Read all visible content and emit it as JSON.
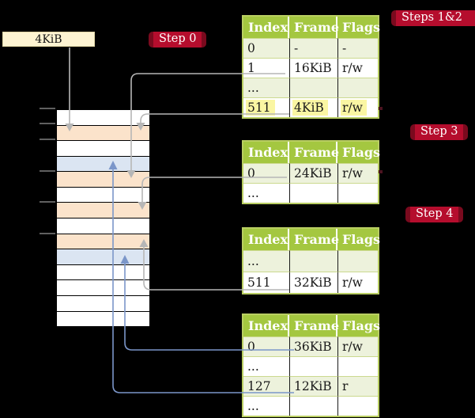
{
  "size_label": {
    "text": "4KiB"
  },
  "steps": [
    {
      "label": "Step 0"
    },
    {
      "label": "Steps 1&2"
    },
    {
      "label": "Step 3"
    },
    {
      "label": "Step 4"
    }
  ],
  "tables": [
    {
      "headers": [
        "Index",
        "Frame",
        "Flags"
      ],
      "rows": [
        [
          "0",
          "-",
          "-"
        ],
        [
          "1",
          "16KiB",
          "r/w"
        ],
        [
          "...",
          "",
          ""
        ],
        [
          "511",
          "4KiB",
          "r/w"
        ]
      ],
      "highlighted_row_index": 3
    },
    {
      "headers": [
        "Index",
        "Frame",
        "Flags"
      ],
      "rows": [
        [
          "0",
          "24KiB",
          "r/w"
        ],
        [
          "...",
          "",
          ""
        ]
      ]
    },
    {
      "headers": [
        "Index",
        "Frame",
        "Flags"
      ],
      "rows": [
        [
          "...",
          "",
          ""
        ],
        [
          "511",
          "32KiB",
          "r/w"
        ]
      ]
    },
    {
      "headers": [
        "Index",
        "Frame",
        "Flags"
      ],
      "rows": [
        [
          "0",
          "36KiB",
          "r/w"
        ],
        [
          "...",
          "",
          ""
        ],
        [
          "127",
          "12KiB",
          "r"
        ],
        [
          "...",
          "",
          ""
        ]
      ]
    }
  ],
  "memory": {
    "rows": [
      "free",
      "pagetable",
      "free",
      "mapped",
      "pagetable",
      "free",
      "pagetable",
      "free",
      "pagetable",
      "mapped",
      "free",
      "free",
      "free",
      "free"
    ]
  },
  "colors": {
    "table_header_green": "#a4c740",
    "table_border_green": "#b9ce62",
    "table_row_alt_green": "#edf2dc",
    "highlight_yellow": "#faf6a3",
    "frame_peach": "#fbe3cb",
    "frame_blue": "#dbe5f2",
    "step_label_red": "#b50d2d",
    "step_label_dark_red": "#7a0a1e",
    "size_box_cream": "#fdf3d2",
    "arrow_gray": "#b6b6b6",
    "arrow_blue": "#7b96c9"
  }
}
